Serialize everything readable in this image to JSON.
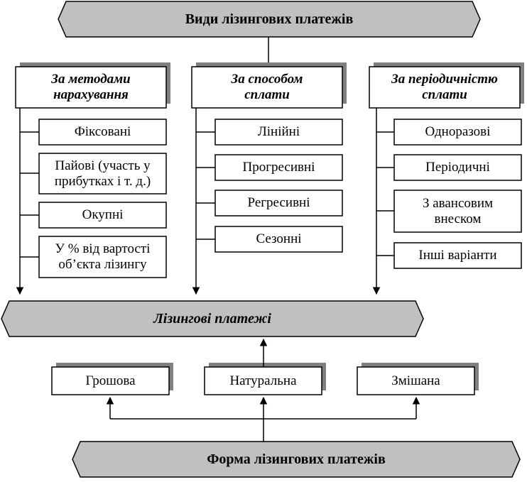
{
  "diagram": {
    "top_title": "Види лізингових платежів",
    "categories": [
      {
        "title": "За методами нарахування",
        "title_lines": [
          "За методами",
          "нарахування"
        ],
        "items": [
          {
            "text": "Фіксовані",
            "lines": [
              "Фіксовані"
            ]
          },
          {
            "text": "Пайові (участь у прибутках і т. д.)",
            "lines": [
              "Пайові (участь у",
              "прибутках і т. д.)"
            ]
          },
          {
            "text": "Окупні",
            "lines": [
              "Окупні"
            ]
          },
          {
            "text": "У % від вартості об’єкта лізингу",
            "lines": [
              "У % від вартості",
              "об’єкта лізингу"
            ]
          }
        ]
      },
      {
        "title": "За способом сплати",
        "title_lines": [
          "За способом",
          "сплати"
        ],
        "items": [
          {
            "text": "Лінійні",
            "lines": [
              "Лінійні"
            ]
          },
          {
            "text": "Прогресивні",
            "lines": [
              "Прогресивні"
            ]
          },
          {
            "text": "Регресивні",
            "lines": [
              "Регресивні"
            ]
          },
          {
            "text": "Сезонні",
            "lines": [
              "Сезонні"
            ]
          }
        ]
      },
      {
        "title": "За періодичністю сплати",
        "title_lines": [
          "За періодичністю",
          "сплати"
        ],
        "items": [
          {
            "text": "Одноразові",
            "lines": [
              "Одноразові"
            ]
          },
          {
            "text": "Періодичні",
            "lines": [
              "Періодичні"
            ]
          },
          {
            "text": "З авансовим внеском",
            "lines": [
              "З авансовим",
              "внеском"
            ]
          },
          {
            "text": "Інші варіанти",
            "lines": [
              "Інші варіанти"
            ]
          }
        ]
      }
    ],
    "center_title": "Лізингові платежі",
    "forms": [
      {
        "text": "Грошова"
      },
      {
        "text": "Натуральна"
      },
      {
        "text": "Змішана"
      }
    ],
    "bottom_title": "Форма лізингових платежів"
  },
  "colors": {
    "banner_fill": "#c0c0c0",
    "shadow": "#808080",
    "stroke": "#000000",
    "box_fill": "#ffffff"
  }
}
